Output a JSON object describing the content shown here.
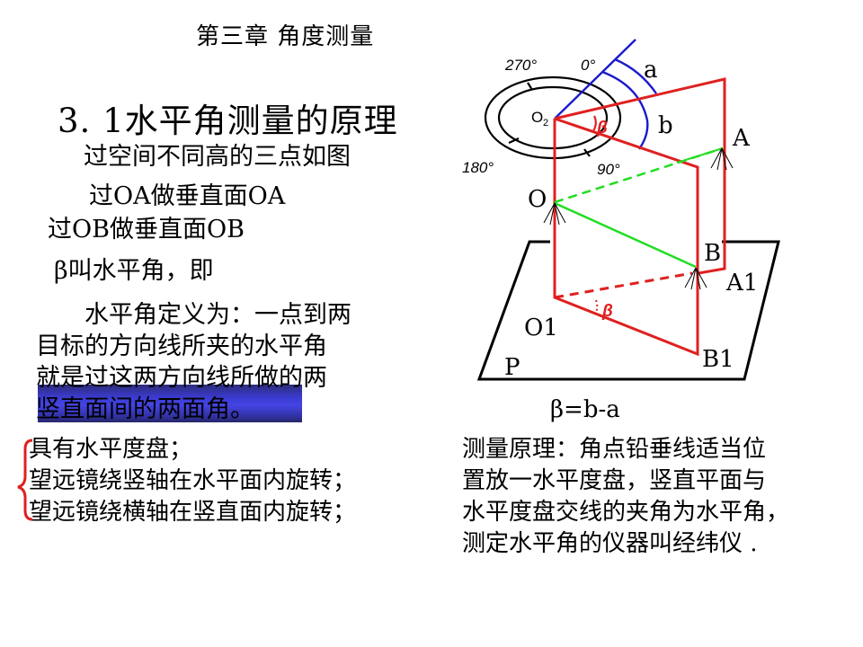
{
  "slide": {
    "chapter_title": "第三章  角度测量",
    "section_title": "3. 1水平角测量的原理",
    "intro_lines": [
      "过空间不同高的三点如图",
      "过OA做垂直面OA",
      "过OB做垂直面OB",
      "β叫水平角，即"
    ],
    "definition": {
      "lines": [
        "水平角定义为：一点到两",
        "目标的方向线所夹的水平角",
        "就是过这两方向线所做的两",
        "竖直面间的两面角。"
      ],
      "highlight_color": "#2a2ad0"
    },
    "instrument_features": [
      "具有水平度盘；",
      "望远镜绕竖轴在水平面内旋转；",
      "望远镜绕横轴在竖直面内旋转；"
    ],
    "brace_color": "#e02020",
    "principle_lines": [
      "测量原理：角点铅垂线适当位",
      "置放一水平度盘，竖直平面与",
      "水平度盘交线的夹角为水平角，",
      "测定水平角的仪器叫经纬仪 ."
    ]
  },
  "diagram": {
    "colors": {
      "planes": "#e02020",
      "sight_lines": "#22dd22",
      "reading_lines": "#1a1acc",
      "outline": "#000000"
    },
    "dial_labels": {
      "deg_270": "270°",
      "deg_0": "0°",
      "deg_180": "180°",
      "deg_90": "90°"
    },
    "point_labels": {
      "O2": "O",
      "O2_sub": "2",
      "O": "O",
      "A": "A",
      "B": "B",
      "A1": "A1",
      "B1": "B1",
      "O1": "O1",
      "P": "P"
    },
    "reading_labels": {
      "a": "a",
      "b": "b"
    },
    "angle_label": "β",
    "angle_label_bottom": "β",
    "formula": "β=b-a"
  }
}
